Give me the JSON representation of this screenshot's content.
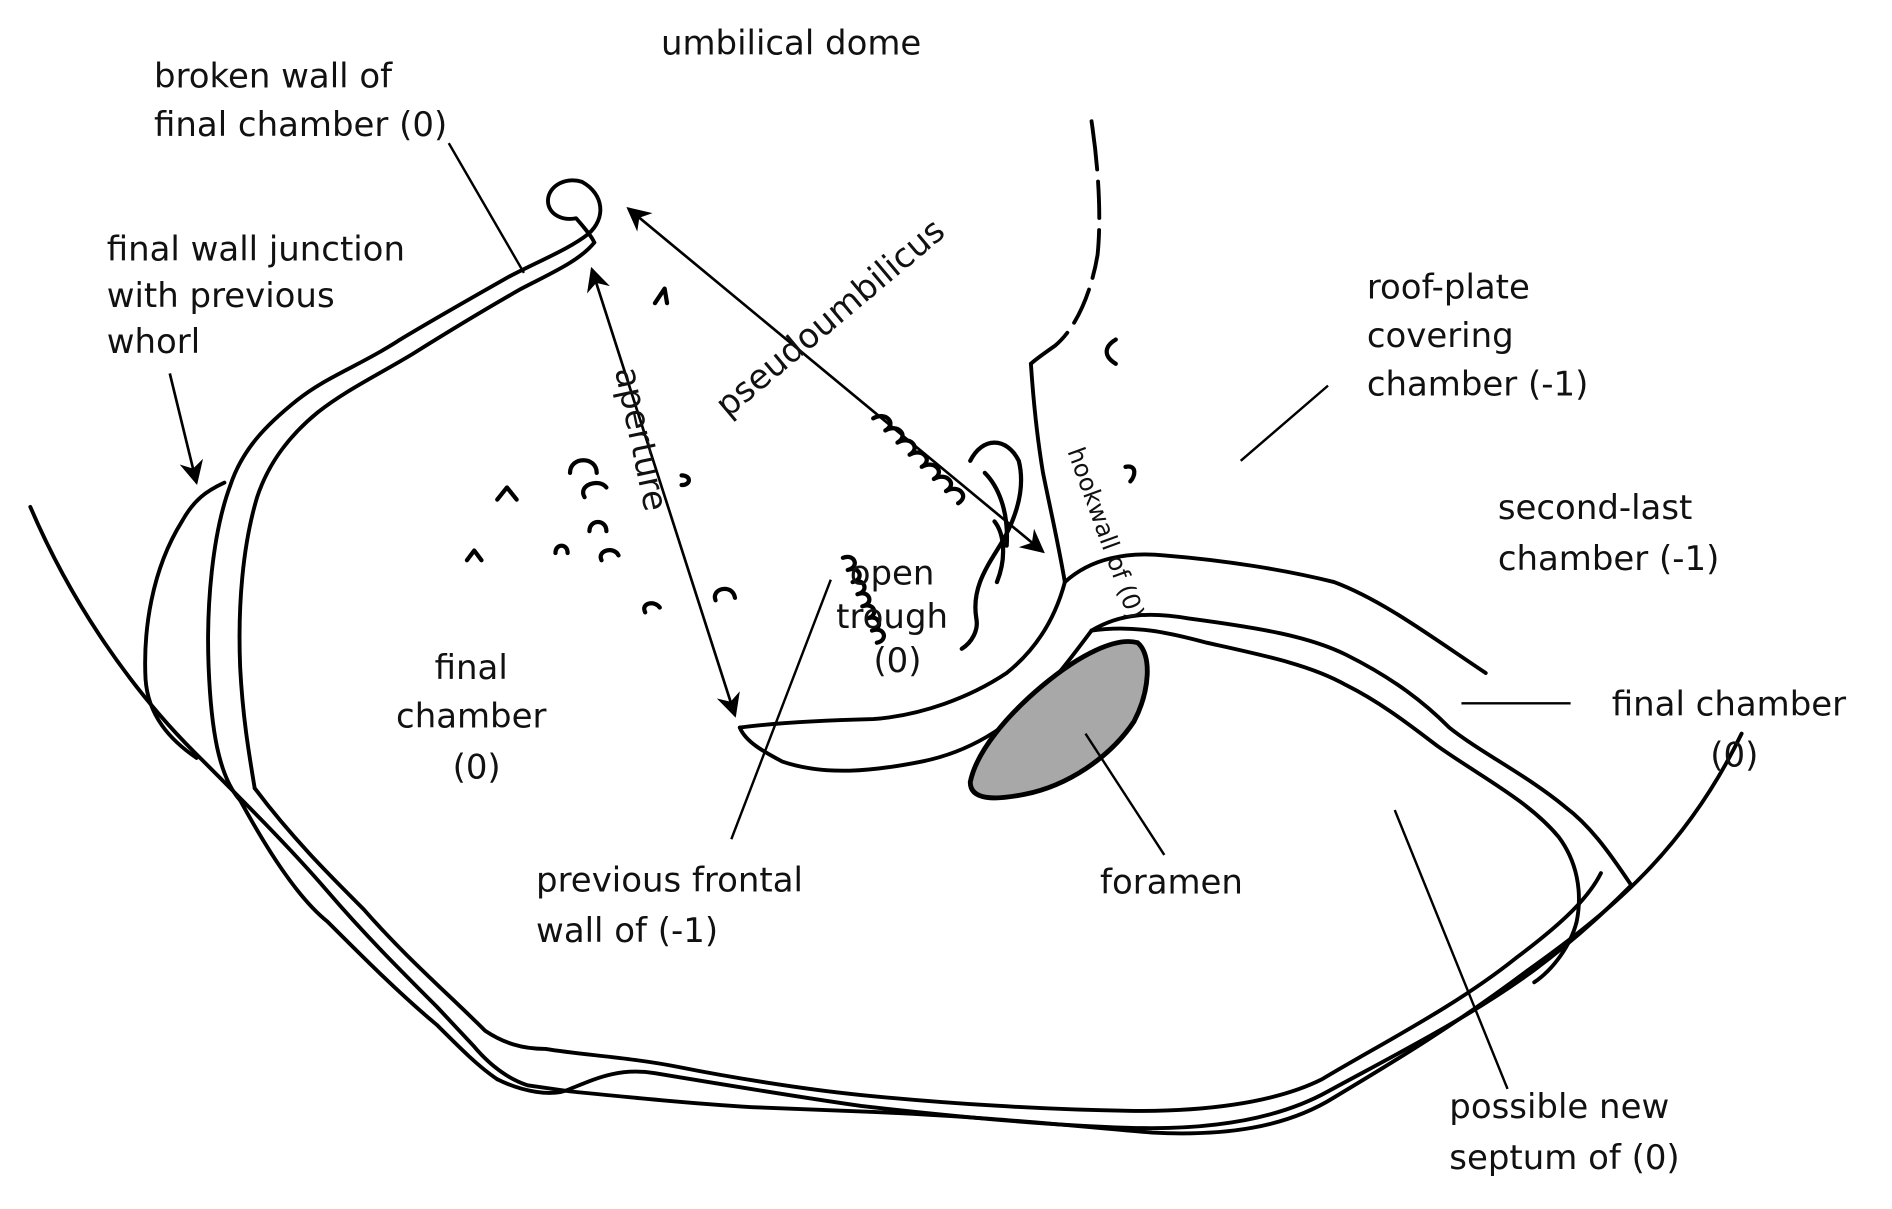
{
  "diagram": {
    "title": "Foraminifera test cross-section with labeled chambers",
    "colors": {
      "line": "#000000",
      "background": "#ffffff",
      "foramen_fill": "#a8a8a8"
    },
    "labels": {
      "umbilical_dome": "umbilical dome",
      "broken_wall": [
        "broken wall of",
        "final chamber (0)"
      ],
      "final_wall_junction": [
        "final wall junction",
        "with previous",
        "whorl"
      ],
      "pseudoumbilicus": "pseudoumbilicus",
      "aperture": "aperture",
      "roof_plate": [
        "roof-plate",
        "covering",
        "chamber (-1)"
      ],
      "second_last": [
        "second-last",
        "chamber (-1)"
      ],
      "hookwall": "hookwall of (0)",
      "open_trough": [
        "open",
        "trough",
        "(0)"
      ],
      "final_chamber_left": [
        "final",
        "chamber",
        "(0)"
      ],
      "final_chamber_right": [
        "final chamber",
        "(0)"
      ],
      "previous_frontal_wall": [
        "previous frontal",
        "wall of (-1)"
      ],
      "foramen": "foramen",
      "possible_new_septum": [
        "possible new",
        "septum of (0)"
      ]
    }
  }
}
